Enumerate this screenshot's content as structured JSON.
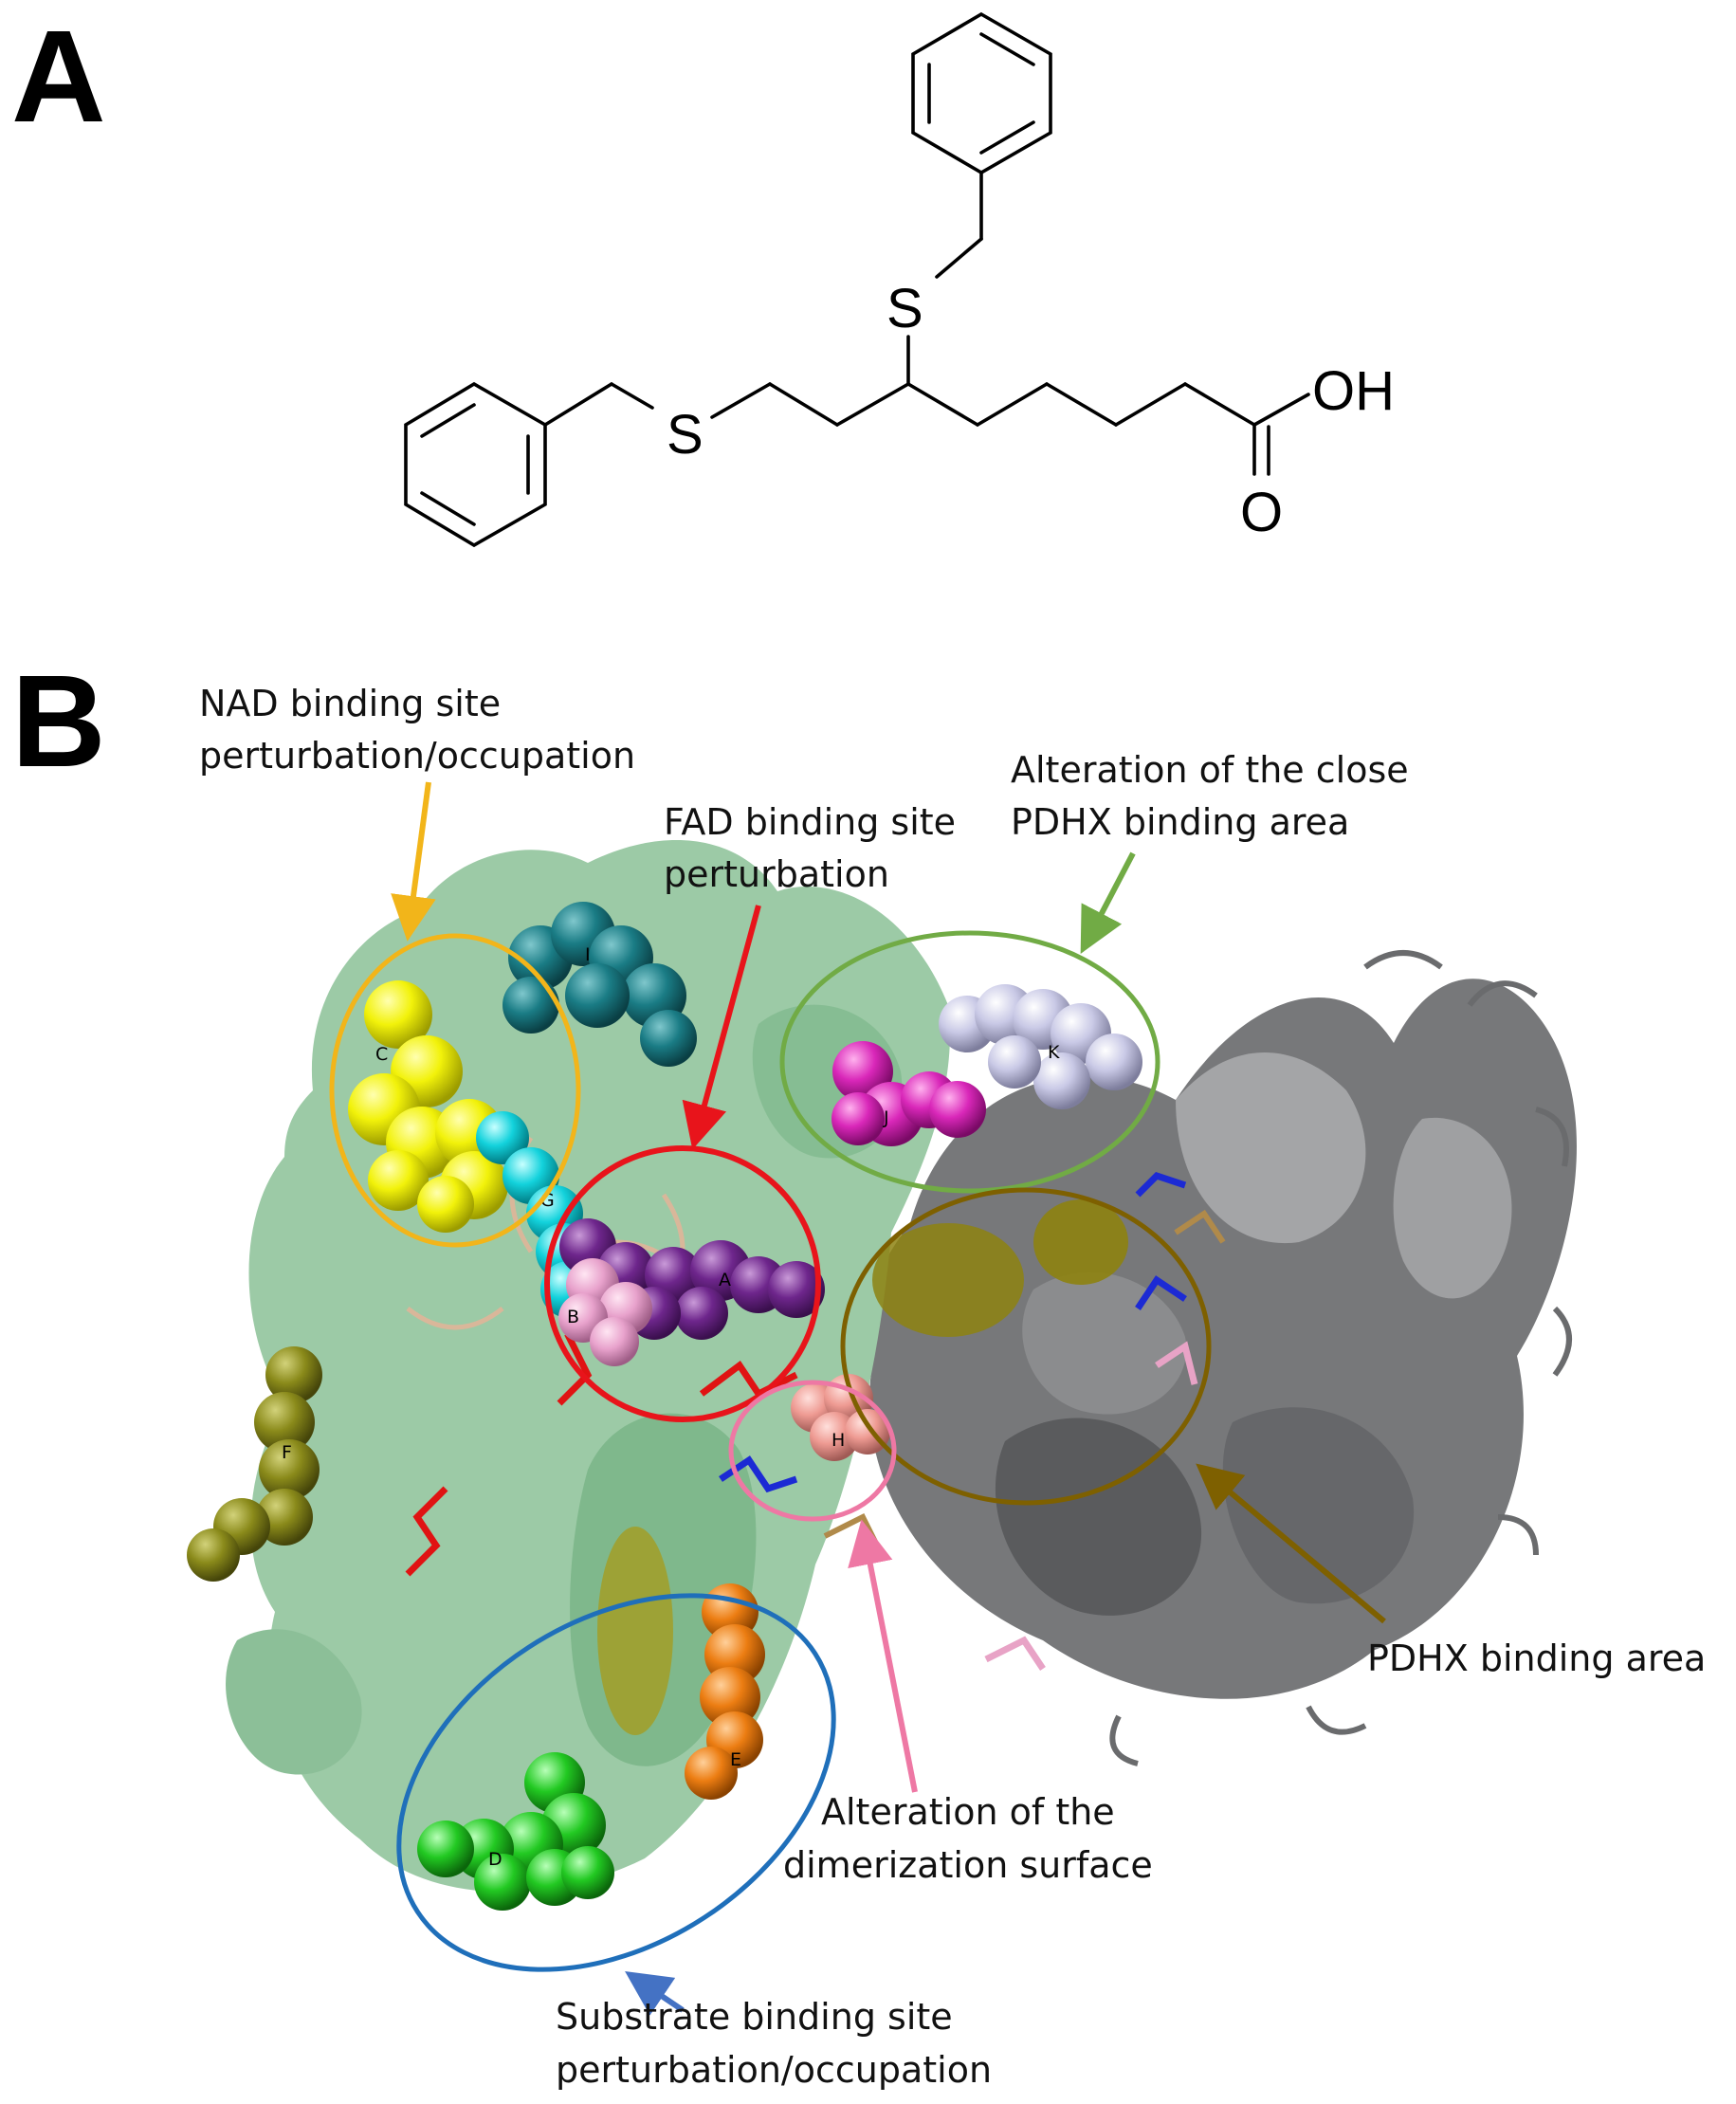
{
  "panels": {
    "a": "A",
    "b": "B"
  },
  "molecule": {
    "atoms": {
      "s_upper": "S",
      "s_lower": "S",
      "oh": "OH",
      "o": "O"
    }
  },
  "annotations": {
    "nad": [
      "NAD binding site",
      "perturbation/occupation"
    ],
    "fad": [
      "FAD binding site",
      "perturbation"
    ],
    "pdhx_close": [
      "Alteration of the close",
      "PDHX binding area"
    ],
    "pdhx": [
      "PDHX binding area"
    ],
    "dimer": [
      "Alteration of the",
      "dimerization surface"
    ],
    "substrate": [
      "Substrate binding site",
      "perturbation/occupation"
    ]
  },
  "sites": [
    "A",
    "B",
    "C",
    "D",
    "E",
    "F",
    "G",
    "H",
    "I",
    "J",
    "K"
  ],
  "colors": {
    "nad": "#f2b51a",
    "fad": "#e8141b",
    "pdhx_close": "#71ab45",
    "pdhx": "#7e6000",
    "dimer": "#ee78a4",
    "substrate": "#1f6fba",
    "protein_green": "#8fc29c",
    "protein_grey": "#5f6062"
  }
}
